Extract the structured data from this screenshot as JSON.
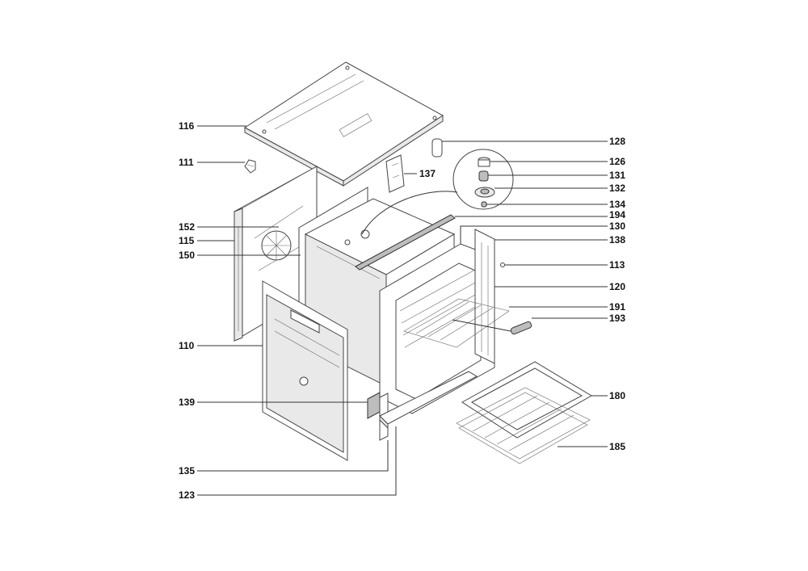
{
  "diagram": {
    "labels": [
      {
        "id": "116",
        "text": "116"
      },
      {
        "id": "111",
        "text": "111"
      },
      {
        "id": "152",
        "text": "152"
      },
      {
        "id": "115",
        "text": "115"
      },
      {
        "id": "150",
        "text": "150"
      },
      {
        "id": "110",
        "text": "110"
      },
      {
        "id": "139",
        "text": "139"
      },
      {
        "id": "135",
        "text": "135"
      },
      {
        "id": "123",
        "text": "123"
      },
      {
        "id": "137",
        "text": "137"
      },
      {
        "id": "128",
        "text": "128"
      },
      {
        "id": "126",
        "text": "126"
      },
      {
        "id": "131",
        "text": "131"
      },
      {
        "id": "132",
        "text": "132"
      },
      {
        "id": "134",
        "text": "134"
      },
      {
        "id": "194",
        "text": "194"
      },
      {
        "id": "130",
        "text": "130"
      },
      {
        "id": "138",
        "text": "138"
      },
      {
        "id": "113",
        "text": "113"
      },
      {
        "id": "120",
        "text": "120"
      },
      {
        "id": "191",
        "text": "191"
      },
      {
        "id": "193",
        "text": "193"
      },
      {
        "id": "180",
        "text": "180"
      },
      {
        "id": "185",
        "text": "185"
      }
    ]
  }
}
